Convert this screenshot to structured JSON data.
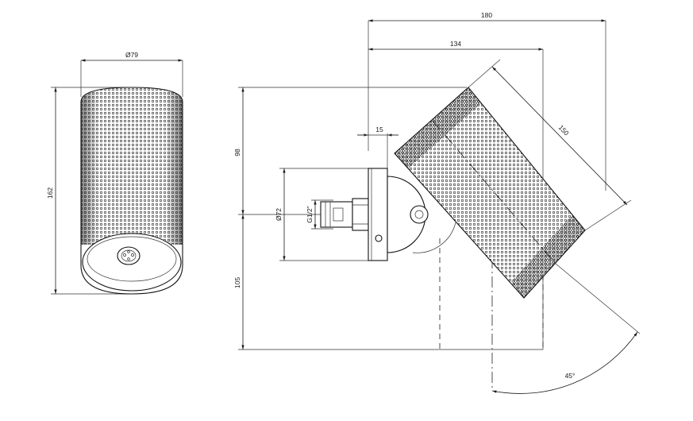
{
  "dimensions": {
    "front_diameter": "Ø79",
    "front_height": "162",
    "overall_width": "180",
    "reach_width": "134",
    "plate_thickness": "15",
    "upper_height": "98",
    "lower_height": "105",
    "plate_diameter": "Ø72",
    "thread": "G1/2\"",
    "body_length": "150",
    "tilt_angle": "45°"
  },
  "colors": {
    "ink": "#1a1a1a",
    "background": "#ffffff"
  }
}
